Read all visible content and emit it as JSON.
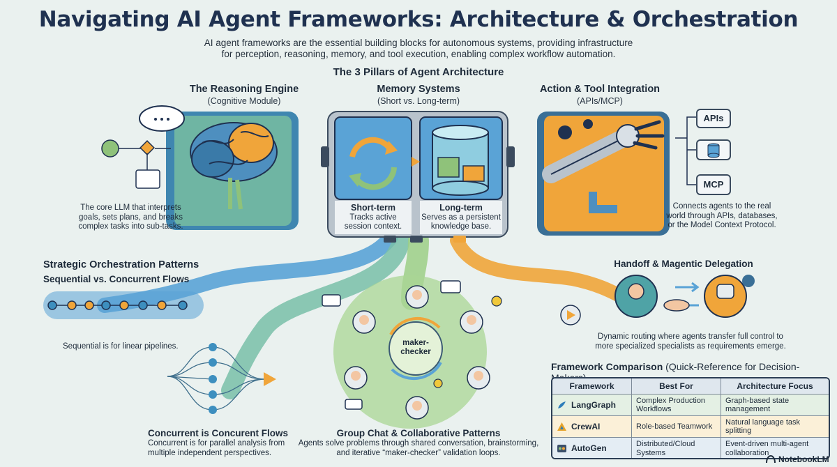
{
  "header": {
    "title": "Navigating AI Agent Frameworks: Architecture & Orchestration",
    "subtitle_line1": "AI agent frameworks are the essential building blocks for autonomous systems, providing infrastructure",
    "subtitle_line2": "for perception, reasoning, memory, and tool execution, enabling complex workflow automation."
  },
  "pillars": {
    "heading": "The 3 Pillars of Agent Architecture",
    "reasoning": {
      "title": "The Reasoning Engine",
      "subtitle": "(Cognitive Module)",
      "caption": [
        "The core LLM that interprets",
        "goals, sets plans, and breaks",
        "complex tasks into sub-tasks."
      ]
    },
    "memory": {
      "title": "Memory Systems",
      "subtitle": "(Short vs. Long-term)",
      "short_label": "Short-term",
      "short_desc": [
        "Tracks active",
        "session context."
      ],
      "long_label": "Long-term",
      "long_desc": [
        "Serves as a persistent",
        "knowledge base."
      ]
    },
    "action": {
      "title": "Action & Tool Integration",
      "subtitle": "(APIs/MCP)",
      "apis_label": "APIs",
      "mcp_label": "MCP",
      "caption": [
        "Connects agents to the real",
        "world through APIs, databases,",
        "or the Model Context Protocol."
      ]
    }
  },
  "orchestration": {
    "title": "Strategic Orchestration Patterns",
    "sequential_title": "Sequential vs. Concurrent Flows",
    "sequential_caption": "Sequential is for linear pipelines.",
    "concurrent_title": "Concurrent is Concurent Flows",
    "concurrent_caption": [
      "Concurrent is for parallel analysis from",
      "multiple independent perspectives."
    ]
  },
  "group_chat": {
    "center_label": [
      "maker-",
      "checker"
    ],
    "title": "Group Chat & Collaborative Patterns",
    "caption": [
      "Agents solve problems through shared conversation, brainstorming,",
      "and iterative “maker-checker” validation loops."
    ]
  },
  "handoff": {
    "title": "Handoff & Magentic Delegation",
    "caption": [
      "Dynamic routing where agents transfer full control to",
      "more specialized specialists as requirements emerge."
    ]
  },
  "framework_comparison": {
    "heading": "Framework Comparison",
    "heading_suffix": "(Quick-Reference for Decision-Makers)",
    "columns": [
      "Framework",
      "Best For",
      "Architecture Focus"
    ],
    "rows": [
      {
        "name": "LangGraph",
        "best_for": "Complex Production Workflows",
        "focus": "Graph-based state management",
        "color": "#2d7dba"
      },
      {
        "name": "CrewAI",
        "best_for": "Role-based Teamwork",
        "focus": "Natural language task splitting",
        "color": "#e7a32a"
      },
      {
        "name": "AutoGen",
        "best_for": "Distributed/Cloud Systems",
        "focus": "Event-driven multi-agent collaboration",
        "color": "#3a4f6b"
      }
    ]
  },
  "brand": "NotebookLM",
  "colors": {
    "teal": "#4fa3a6",
    "green": "#8fc27a",
    "orange": "#f0a53a",
    "navy": "#1f3150",
    "blue_flow": "#5aa3d6"
  }
}
